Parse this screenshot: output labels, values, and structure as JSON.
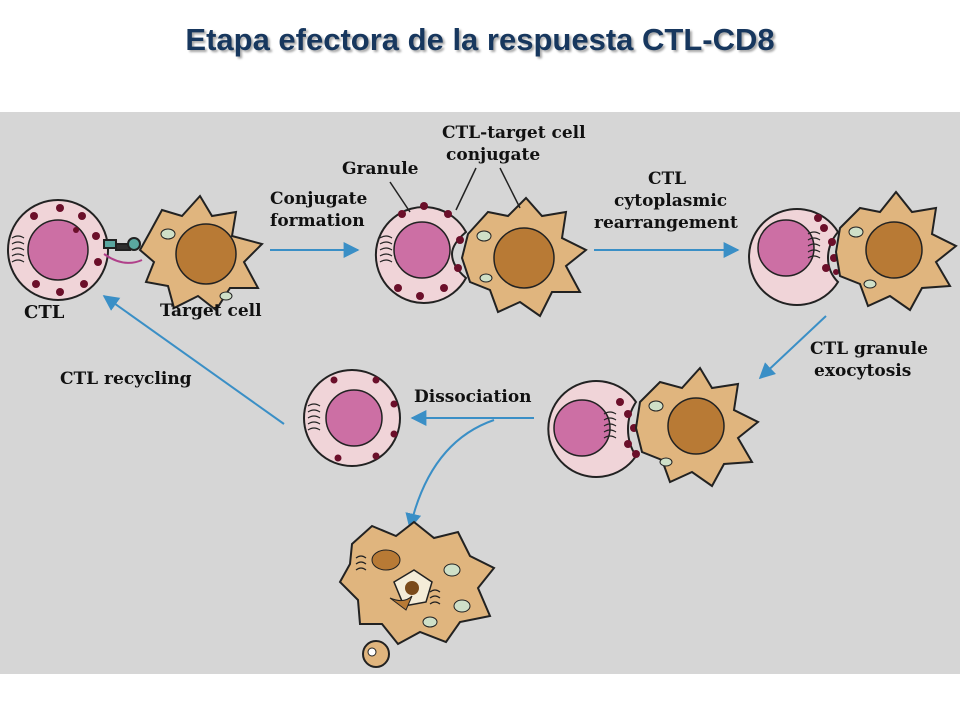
{
  "title": "Etapa efectora de la respuesta CTL-CD8",
  "labels": {
    "ctl": "CTL",
    "target_cell": "Target cell",
    "granule": "Granule",
    "conjugate_line1": "CTL-target cell",
    "conjugate_line2": "conjugate",
    "conj_form_line1": "Conjugate",
    "conj_form_line2": "formation",
    "rearr_line1": "CTL",
    "rearr_line2": "cytoplasmic",
    "rearr_line3": "rearrangement",
    "exo_line1": "CTL granule",
    "exo_line2": "exocytosis",
    "dissociation": "Dissociation",
    "recycling": "CTL recycling"
  },
  "colors": {
    "figure_bg": "#d6d6d6",
    "ctl_cytoplasm": "#f0d4d8",
    "ctl_nucleus": "#cc6fa4",
    "granule": "#6b0f2a",
    "target_body": "#e0b57e",
    "target_nucleus": "#b87a35",
    "arrow": "#3a8fc6",
    "title": "#17375e"
  }
}
